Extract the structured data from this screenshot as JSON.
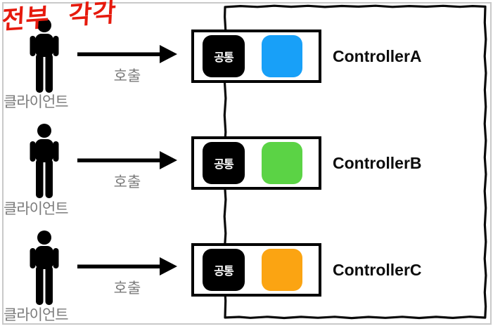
{
  "annotation": {
    "text": "전부 각각",
    "color": "#e61a0d"
  },
  "clients": [
    {
      "label": "클라이언트",
      "arrow_label": "호출"
    },
    {
      "label": "클라이언트",
      "arrow_label": "호출"
    },
    {
      "label": "클라이언트",
      "arrow_label": "호출"
    }
  ],
  "controllers": [
    {
      "name": "ControllerA",
      "common_label": "공통",
      "color": "#18a0f8"
    },
    {
      "name": "ControllerB",
      "common_label": "공통",
      "color": "#5bd345"
    },
    {
      "name": "ControllerC",
      "common_label": "공통",
      "color": "#fba412"
    }
  ]
}
